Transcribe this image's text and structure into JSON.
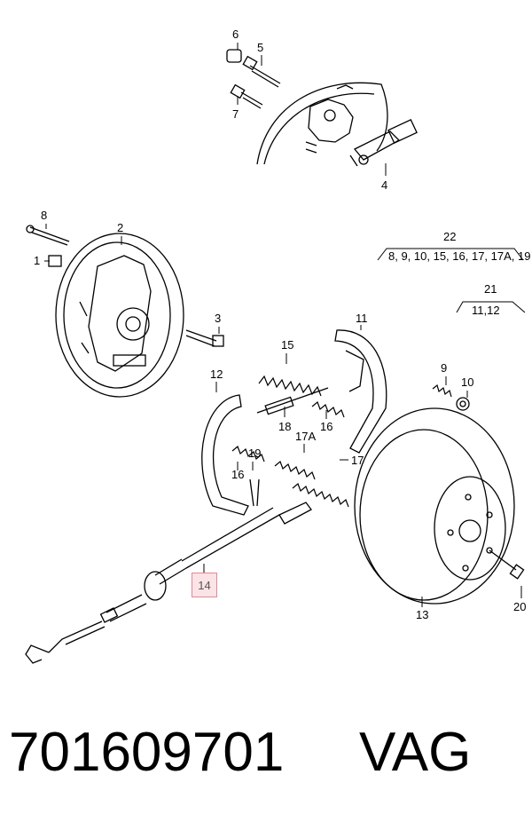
{
  "callouts": {
    "c1": "1",
    "c2": "2",
    "c3": "3",
    "c4": "4",
    "c5": "5",
    "c6": "6",
    "c7": "7",
    "c8": "8",
    "c9": "9",
    "c10": "10",
    "c11": "11",
    "c12": "12",
    "c13": "13",
    "c14": "14",
    "c15": "15",
    "c16a": "16",
    "c16b": "16",
    "c17": "17",
    "c17a": "17A",
    "c18": "18",
    "c19": "19",
    "c20": "20",
    "c21": "21",
    "c22": "22"
  },
  "groups": {
    "g22_members": "8, 9, 10, 15, 16, 17, 17A, 19",
    "g21_members": "11,12"
  },
  "highlight": {
    "part": "14",
    "color": "#fbe3e6",
    "border": "#e08a94"
  },
  "footer": {
    "part_number": "701609701",
    "brand": "VAG"
  }
}
